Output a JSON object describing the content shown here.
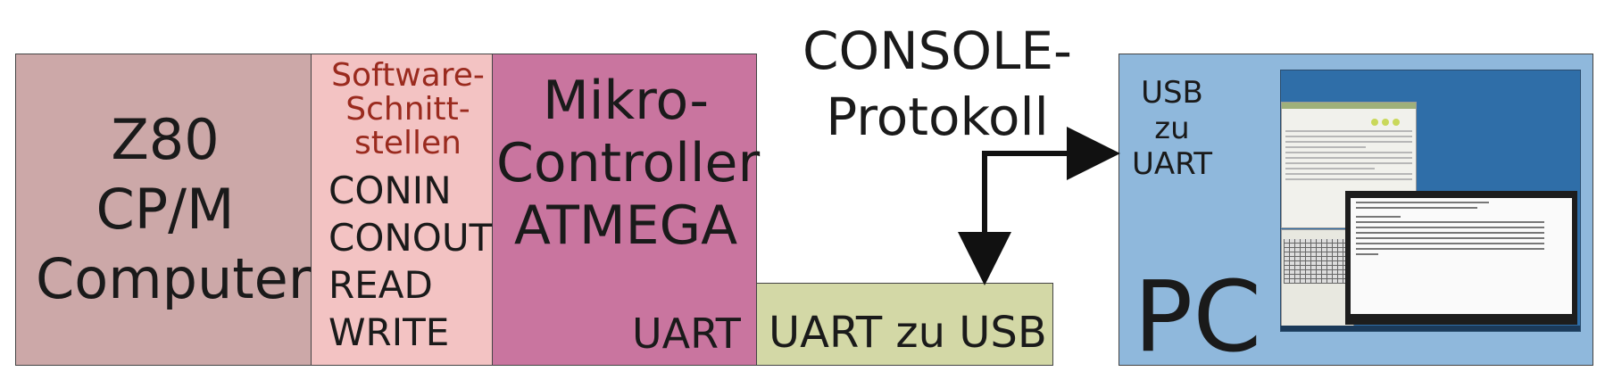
{
  "z80": {
    "lines": [
      "Z80",
      "CP/M",
      "Computer"
    ]
  },
  "software": {
    "title": [
      "Software-",
      "Schnitt-",
      "stellen"
    ],
    "functions": [
      "CONIN",
      "CONOUT",
      "READ",
      "WRITE"
    ]
  },
  "microcontroller": {
    "lines": [
      "Mikro-",
      "Controller",
      "ATMEGA"
    ],
    "port": "UART"
  },
  "converter": {
    "label": "UART zu USB"
  },
  "console": {
    "lines": [
      "CONSOLE-",
      "Protokoll"
    ]
  },
  "pc": {
    "usb_lines": [
      "USB",
      "zu",
      "UART"
    ],
    "label": "PC"
  },
  "colors": {
    "z80_box": "#cca8a8",
    "software_box": "#f3c3c3",
    "software_title": "#9a2a1e",
    "microcontroller_box": "#c9759f",
    "converter_box": "#d3d8a6",
    "pc_box": "#8fb8dc"
  }
}
